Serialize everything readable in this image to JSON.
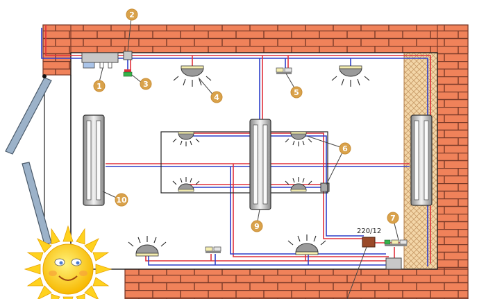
{
  "transformer_label": "220/12",
  "callouts": [
    "1",
    "2",
    "3",
    "4",
    "5",
    "6",
    "7",
    "9",
    "10"
  ],
  "colors": {
    "brick": "#f0825a",
    "mortar": "#7a3a28",
    "wire_live": "#e0303a",
    "wire_neutral": "#2d3fc9",
    "callout": "#d9a24b",
    "insulation": "#f3d6a8",
    "sun": "#ffd21f"
  }
}
